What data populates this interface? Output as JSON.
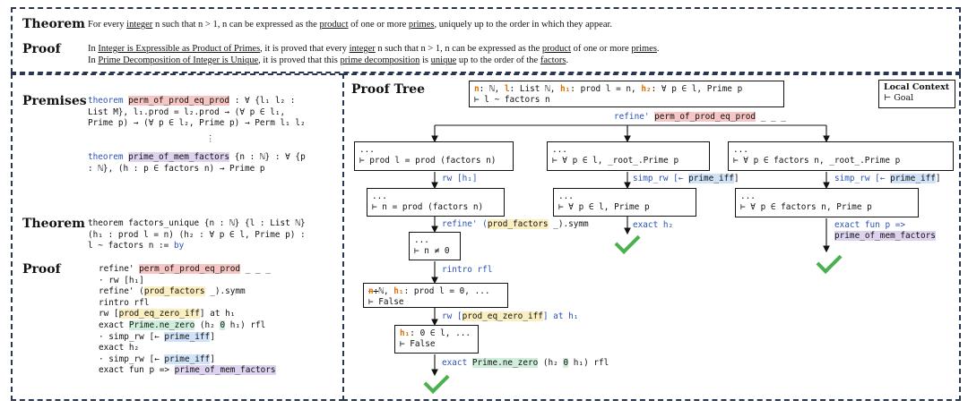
{
  "top": {
    "theorem_label": "Theorem",
    "theorem_text": [
      "For every ",
      "integer",
      " n such that n > 1, n can be expressed as the ",
      "product",
      " of one or more ",
      "primes",
      ", uniquely up to the order in which they appear."
    ],
    "proof_label": "Proof",
    "proof_line1": [
      "In ",
      "Integer is Expressible as Product of Primes",
      ", it is proved that every ",
      "integer",
      " n such that n > 1, n can be expressed as the ",
      "product",
      " of one or more ",
      "primes",
      "."
    ],
    "proof_line2": [
      "In ",
      "Prime Decomposition of Integer is Unique",
      ", it is proved that this ",
      "prime decomposition",
      " is ",
      "unique",
      " up to the order of the ",
      "factors",
      "."
    ]
  },
  "left": {
    "premises_label": "Premises",
    "premise1": [
      "theorem ",
      "perm_of_prod_eq_prod",
      " : ∀ {l₁ l₂ :",
      "List M}, l₁.prod = l₂.prod → (∀ p ∈ l₁,",
      "Prime p) → (∀ p ∈ l₂, Prime p) → Perm l₁ l₂"
    ],
    "vdots": "⋮",
    "premise2": [
      "theorem ",
      "prime_of_mem_factors",
      " {n : ℕ} : ∀ {p",
      ": ℕ}, (h : p ∈ factors n) → Prime p"
    ],
    "theorem_label": "Theorem",
    "theorem_code": [
      "theorem factors_unique {n : ℕ} {l : List ℕ}",
      "(h₁ : prod l = n) (h₂ : ∀ p ∈ l, Prime p) :",
      "l ~ factors n := ",
      "by"
    ],
    "proof_label": "Proof",
    "proof_code": [
      [
        "refine' ",
        "perm_of_prod_eq_prod",
        " _ _ _"
      ],
      [
        "· rw [h₁]"
      ],
      [
        "refine' (",
        "prod_factors",
        " _).symm"
      ],
      [
        "rintro rfl"
      ],
      [
        "rw [",
        "prod_eq_zero_iff",
        "] at h₁"
      ],
      [
        "exact ",
        "Prime.ne_zero",
        " (h₂ ",
        "0",
        " h₁) rfl"
      ],
      [
        "· simp_rw [← ",
        "prime_iff",
        "]"
      ],
      [
        "exact h₂"
      ],
      [
        "· simp_rw [← ",
        "prime_iff",
        "]"
      ],
      [
        "exact fun p => ",
        "prime_of_mem_factors"
      ]
    ]
  },
  "right": {
    "proof_tree_label": "Proof Tree",
    "local_context_title": "Local Context",
    "goal_label": "⊢ Goal",
    "root": [
      "n",
      ": ℕ, ",
      "l",
      ": List ℕ, ",
      "h₁",
      ": prod l = n, ",
      "h₂",
      ": ∀ p ∈ l, Prime p",
      "⊢ l ~ factors n"
    ],
    "tac_root": [
      "refine' ",
      "perm_of_prod_eq_prod",
      " _ _ _"
    ],
    "b1_n1": [
      "...",
      "⊢ prod l = prod (factors n)"
    ],
    "b1_t1": [
      "rw [h₁]"
    ],
    "b1_n2": [
      "...",
      "⊢ n = prod (factors n)"
    ],
    "b1_t2": [
      "refine' (",
      "prod_factors",
      " _).symm"
    ],
    "b1_n3": [
      "...",
      "⊢ n ≠ 0"
    ],
    "b1_t3": [
      "rintro rfl"
    ],
    "b1_n4": [
      "n",
      ":",
      "ℕ",
      ", ",
      "h₁",
      ": prod l = 0, ...",
      "⊢ False"
    ],
    "b1_t4": [
      "rw [",
      "prod_eq_zero_iff",
      "] at h₁"
    ],
    "b1_n5": [
      "h₁",
      ": 0 ∈ l, ...",
      "⊢ False"
    ],
    "b1_t5": [
      "exact ",
      "Prime.ne_zero",
      " (h₂ ",
      "0",
      " h₁) rfl"
    ],
    "b2_n1": [
      "...",
      "⊢ ∀ p ∈ l, _root_.Prime p"
    ],
    "b2_t1": [
      "simp_rw [← ",
      "prime_iff",
      "]"
    ],
    "b2_n2": [
      "...",
      "⊢ ∀ p ∈ l, Prime p"
    ],
    "b2_t2": [
      "exact h₂"
    ],
    "b3_n1": [
      "...",
      "⊢ ∀ p ∈ factors n, _root_.Prime p"
    ],
    "b3_t1": [
      "simp_rw [← ",
      "prime_iff",
      "]"
    ],
    "b3_n2": [
      "...",
      "⊢ ∀ p ∈ factors n, Prime p"
    ],
    "b3_t2": [
      "exact fun p =>",
      "prime_of_mem_factors"
    ]
  },
  "colors": {
    "border": "#2a3550",
    "keyword": "#2a52b8",
    "red_hl": "#f5c6c4",
    "purple_hl": "#ddd3ee",
    "yellow_hl": "#fbeec1",
    "blue_hl": "#cfe2f7",
    "green_hl": "#cfeedc",
    "hyp_orange": "#d6720a",
    "check_green": "#4bb04e"
  }
}
